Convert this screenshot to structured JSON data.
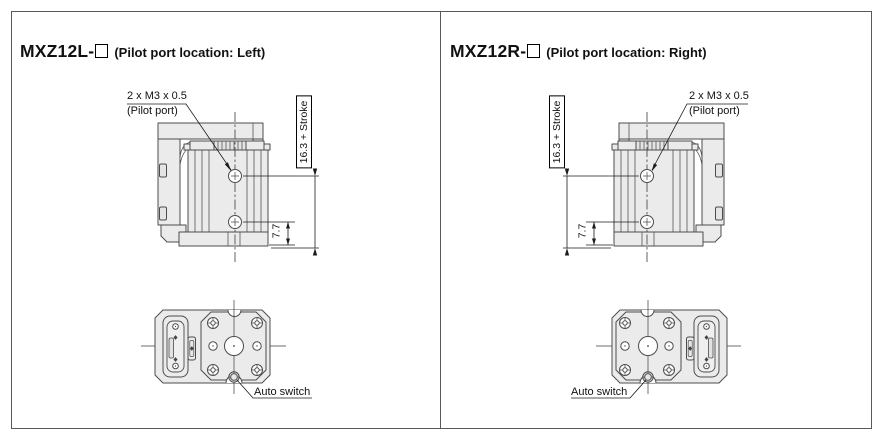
{
  "figure": {
    "background": "#ffffff",
    "frame_color": "#58595b",
    "drawing_fill": "#ebebeb",
    "drawing_line_color": "#4c4c4e",
    "dimension_line_color": "#1c1c1c"
  },
  "panels": [
    {
      "id": "MXZ12L",
      "model": "MXZ12L-",
      "model_placeholder": "square-box",
      "note": "(Pilot port location: Left)",
      "pilot_port_callout_line1": "2 x M3 x 0.5",
      "pilot_port_callout_line2": "(Pilot port)",
      "stroke_dimension": "16.3 + Stroke",
      "base_dimension": "7.7",
      "auto_switch_label": "Auto switch"
    },
    {
      "id": "MXZ12R",
      "model": "MXZ12R-",
      "model_placeholder": "square-box",
      "note": "(Pilot port location: Right)",
      "pilot_port_callout_line1": "2 x M3 x 0.5",
      "pilot_port_callout_line2": "(Pilot port)",
      "stroke_dimension": "16.3 + Stroke",
      "base_dimension": "7.7",
      "auto_switch_label": "Auto switch"
    }
  ]
}
